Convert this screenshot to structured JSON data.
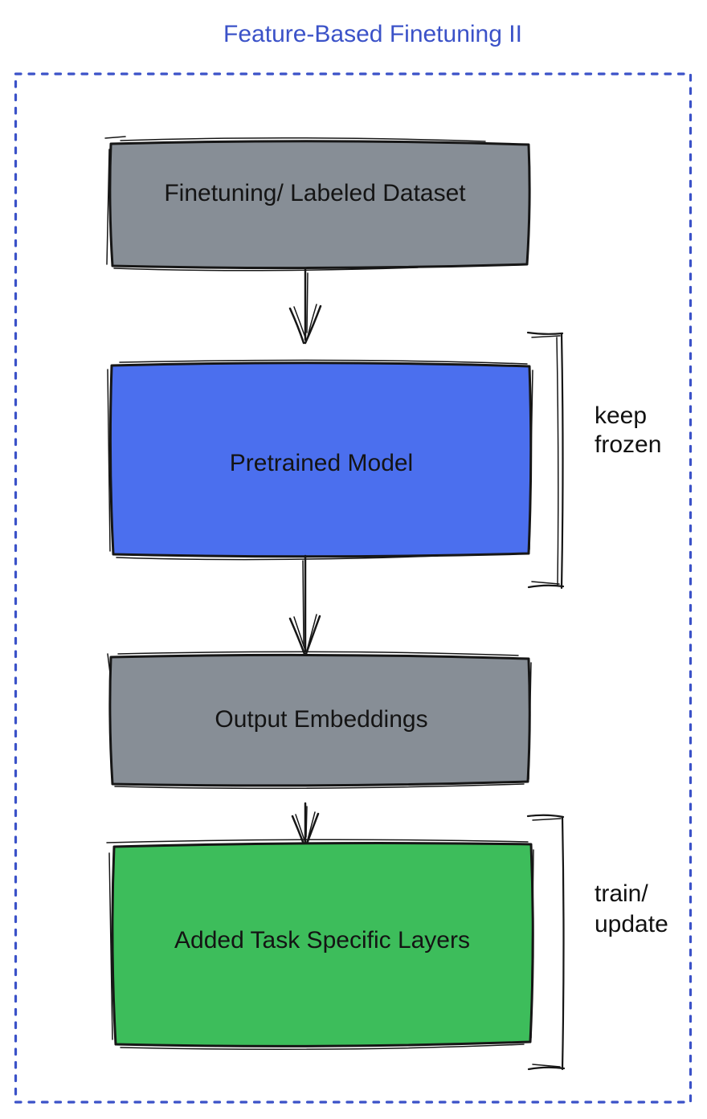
{
  "title": "Feature-Based Finetuning II",
  "colors": {
    "accent_blue": "#3B52C8",
    "node_gray": "#878E96",
    "node_blue": "#4B6FEE",
    "node_green": "#3DBD5B",
    "ink": "#161616"
  },
  "diagram": {
    "nodes": [
      {
        "id": "dataset",
        "label": "Finetuning/ Labeled Dataset",
        "fill_color": "#878E96"
      },
      {
        "id": "pretrained",
        "label": "Pretrained Model",
        "fill_color": "#4B6FEE"
      },
      {
        "id": "embeddings",
        "label": "Output Embeddings",
        "fill_color": "#878E96"
      },
      {
        "id": "task_layers",
        "label": "Added Task Specific Layers",
        "fill_color": "#3DBD5B"
      }
    ],
    "connectors": [
      {
        "from": "dataset",
        "to": "pretrained",
        "type": "arrow-down"
      },
      {
        "from": "pretrained",
        "to": "embeddings",
        "type": "arrow-down"
      },
      {
        "from": "embeddings",
        "to": "task_layers",
        "type": "arrow-down"
      }
    ],
    "annotations": [
      {
        "target": "pretrained",
        "lines": [
          "keep",
          "frozen"
        ]
      },
      {
        "target": "task_layers",
        "lines": [
          "train/",
          "update"
        ]
      }
    ]
  }
}
